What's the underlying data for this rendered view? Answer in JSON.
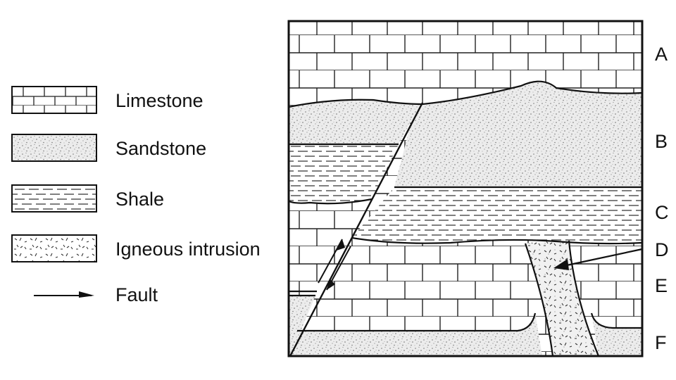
{
  "legend": {
    "limestone": "Limestone",
    "sandstone": "Sandstone",
    "shale": "Shale",
    "igneous": "Igneous intrusion",
    "fault": "Fault"
  },
  "layers": {
    "a": "A",
    "b": "B",
    "c": "C",
    "d": "D",
    "e": "E",
    "f": "F"
  },
  "icons": {
    "fault_arrow": "fault-arrow-icon",
    "pointer_arrow": "arrow-icon"
  }
}
